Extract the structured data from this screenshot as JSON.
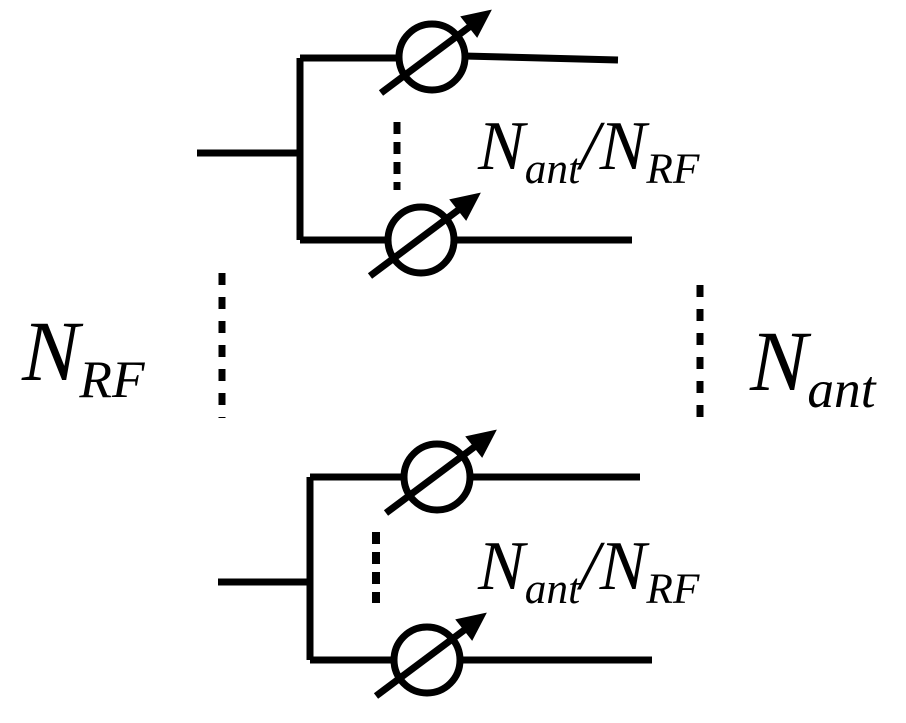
{
  "labels": {
    "n_rf_main": "N",
    "n_rf_main_sub": "RF",
    "n_ant_main": "N",
    "n_ant_main_sub": "ant",
    "group_top_num": "N",
    "group_top_num_sub": "ant",
    "group_top_slash": "/",
    "group_top_den": "N",
    "group_top_den_sub": "RF",
    "group_bottom_num": "N",
    "group_bottom_num_sub": "ant",
    "group_bottom_slash": "/",
    "group_bottom_den": "N",
    "group_bottom_den_sub": "RF"
  },
  "colors": {
    "stroke": "#000000",
    "background": "#ffffff"
  },
  "icons": [
    "phase-shifter-icon"
  ]
}
